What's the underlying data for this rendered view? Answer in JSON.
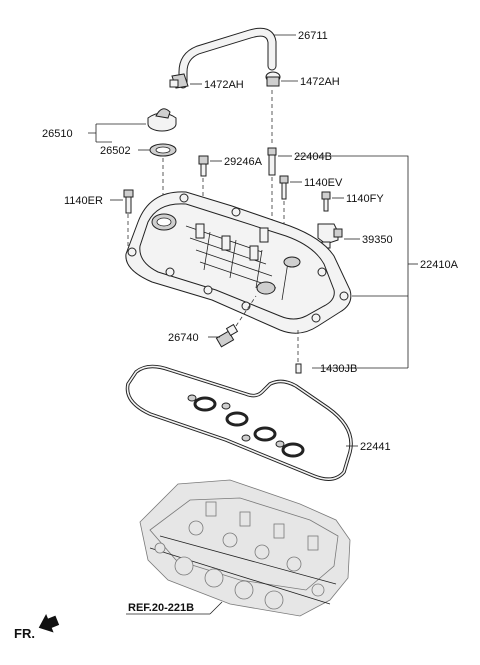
{
  "labels": {
    "hose": "26711",
    "clip_left": "1472AH",
    "clip_right": "1472AH",
    "filler_assy": "26510",
    "filler_gasket": "26502",
    "plug": "29246A",
    "stud": "22404B",
    "bolt_ev": "1140EV",
    "bolt_er": "1140ER",
    "bolt_fy": "1140FY",
    "sensor": "39350",
    "cover_assy": "22410A",
    "pcv_valve": "26740",
    "dowel": "1430JB",
    "gasket": "22441",
    "reference": "REF.20-221B",
    "front": "FR."
  }
}
